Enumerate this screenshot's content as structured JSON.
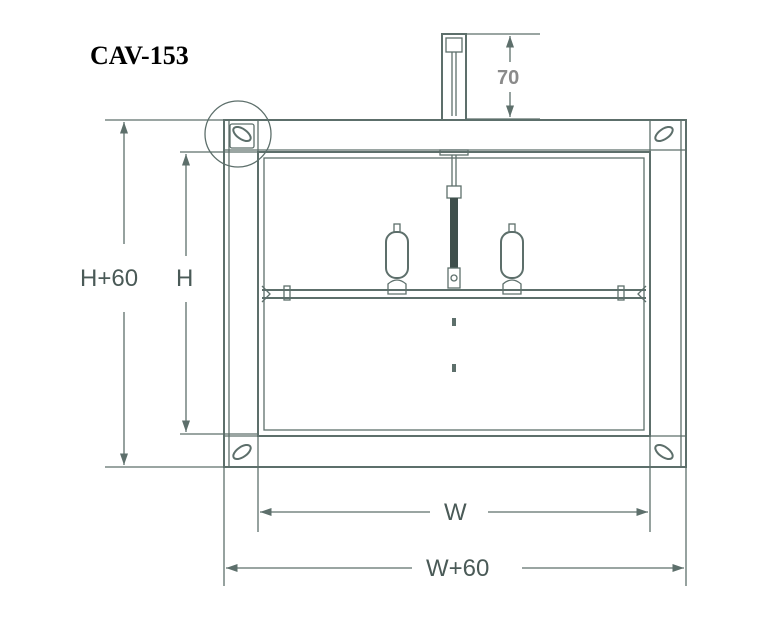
{
  "title": "CAV-153",
  "dimensions": {
    "actuator_height": "70",
    "outer_height": "H+60",
    "inner_height": "H",
    "inner_width": "W",
    "outer_width": "W+60"
  },
  "colors": {
    "line": "#5d6f6b",
    "label": "#4a5a57",
    "title": "#000000",
    "small_label": "#8a8a8a"
  }
}
